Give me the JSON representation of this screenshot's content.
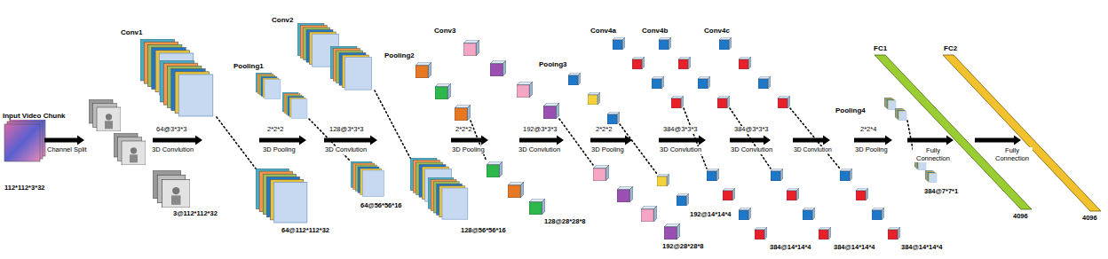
{
  "diagram": {
    "labels": [
      "Input Video Chunk",
      "112*112*3*32",
      "Channel Split",
      "3@112*112*32",
      "Conv1",
      "64@3*3*3",
      "3D Convlution",
      "64@112*112*32",
      "Pooling1",
      "2*2*2",
      "3D Pooling",
      "64@56*56*16",
      "Conv2",
      "128@3*3*3",
      "3D Convlution",
      "128@56*56*16",
      "Pooling2",
      "2*2*2",
      "3D Pooling",
      "128@28*28*8",
      "Conv3",
      "192@3*3*3",
      "3D Convlution",
      "192@28*28*8",
      "Pooing3",
      "2*2*2",
      "3D Pooling",
      "192@14*14*4",
      "Conv4a",
      "384@3*3*3",
      "3D Convlution",
      "384@14*14*4",
      "Conv4b",
      "384@3*3*3",
      "3D Convlution",
      "384@14*14*4",
      "Conv4c",
      "3D Convlution",
      "384@14*14*4",
      "Pooling4",
      "2*2*4",
      "3D Pooling",
      "384@7*7*1",
      "FC1",
      "Fully Connection",
      "4096",
      "FC2",
      "Fully Connection",
      "4096"
    ]
  }
}
